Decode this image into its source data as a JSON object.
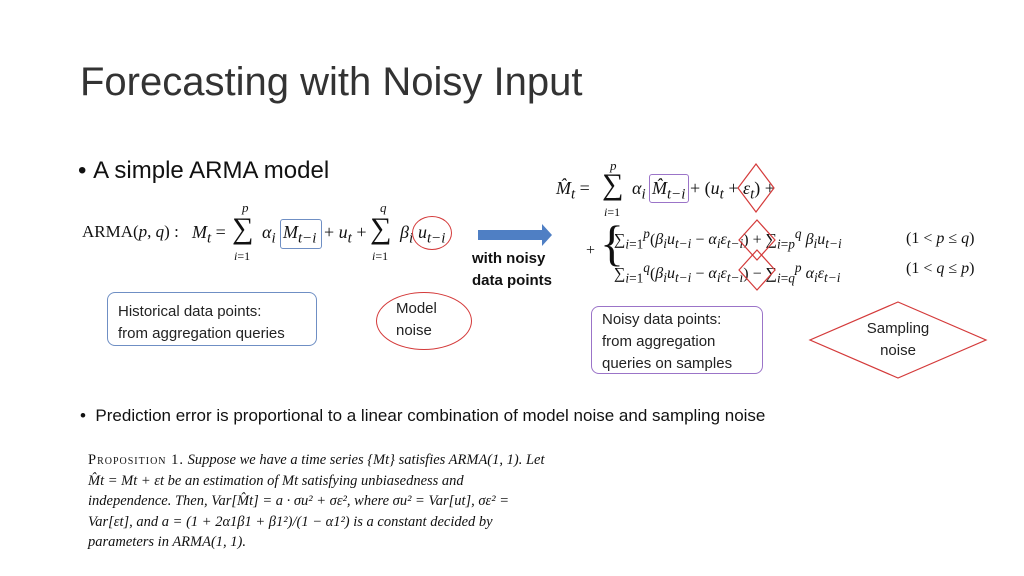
{
  "slide": {
    "title": "Forecasting with Noisy Input",
    "bullet1": "A simple ARMA model",
    "bullet2": "Prediction error is proportional to a linear combination of model noise and sampling noise"
  },
  "arma": {
    "lhs": "ARMA(p, q) :",
    "rhs": "Mt = Σ αi Mt−i + ut + Σ βi ut−i"
  },
  "arrow": {
    "label_line1": "with noisy",
    "label_line2": "data points"
  },
  "noisy_eq": {
    "line1": "M̂t = Σ αi M̂t−i + (ut + εt) +",
    "case1": "Σ(βi ut−i − αi εt−i) + Σ βi ut−i",
    "case1_cond": "(1 < p ≤ q)",
    "case2": "Σ(βi ut−i − αi εt−i) − Σ αi εt−i",
    "case2_cond": "(1 < q ≤ p)"
  },
  "callouts": {
    "historical_line1": "Historical data points:",
    "historical_line2": "from aggregation queries",
    "model_noise_line1": "Model",
    "model_noise_line2": "noise",
    "noisy_line1": "Noisy data points:",
    "noisy_line2": "from aggregation",
    "noisy_line3": "queries on samples",
    "sampling_line1": "Sampling",
    "sampling_line2": "noise"
  },
  "proposition": {
    "heading": "Proposition 1.",
    "text": "Suppose we have a time series {Mt} satisfies ARMA(1, 1). Let M̂t = Mt + εt be an estimation of Mt satisfying unbiasedness and independence. Then, Var[M̂t] = a · σu² + σε², where σu² = Var[ut], σε² = Var[εt], and a = (1 + 2α1β1 + β1²)/(1 − α1²) is a constant decided by parameters in ARMA(1, 1)."
  },
  "colors": {
    "blue_box": "#6f8fc4",
    "purple_box": "#9b74c8",
    "red_shape": "#d43a3a",
    "arrow_fill": "#4f7fc4"
  }
}
